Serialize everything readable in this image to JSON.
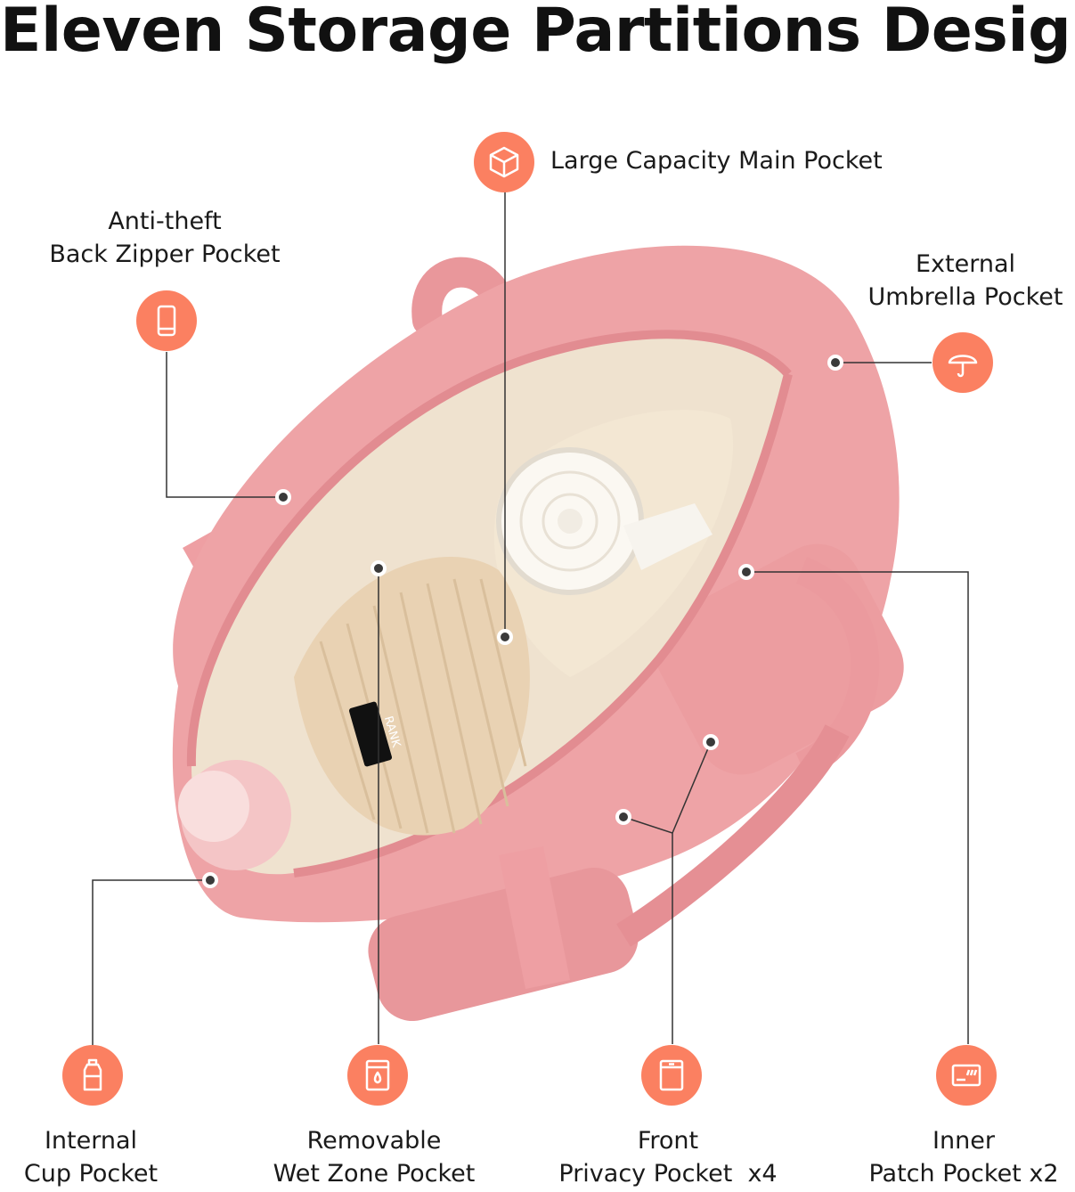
{
  "headline": "Eleven Storage Partitions Design",
  "colors": {
    "accent": "#fb8061",
    "bag": "#eea3a6",
    "lining": "#efe2cf"
  },
  "callouts": {
    "main_pocket": {
      "icon": "box-icon",
      "text": "Large Capacity Main Pocket"
    },
    "back_zipper": {
      "icon": "phone-icon",
      "line1": "Anti-theft",
      "line2": "Back Zipper Pocket"
    },
    "umbrella": {
      "icon": "umbrella-icon",
      "line1": "External",
      "line2": "Umbrella Pocket"
    },
    "cup": {
      "icon": "bottle-icon",
      "line1": "Internal",
      "line2": "Cup Pocket"
    },
    "wet_zone": {
      "icon": "wet-pouch-icon",
      "line1": "Removable",
      "line2": "Wet Zone Pocket"
    },
    "front_privacy": {
      "icon": "door-pocket-icon",
      "line1": "Front",
      "line2": "Privacy Pocket  x4"
    },
    "inner_patch": {
      "icon": "card-icon",
      "line1": "Inner",
      "line2": "Patch Pocket x2"
    }
  },
  "product": {
    "brand_tag": "RANK"
  }
}
